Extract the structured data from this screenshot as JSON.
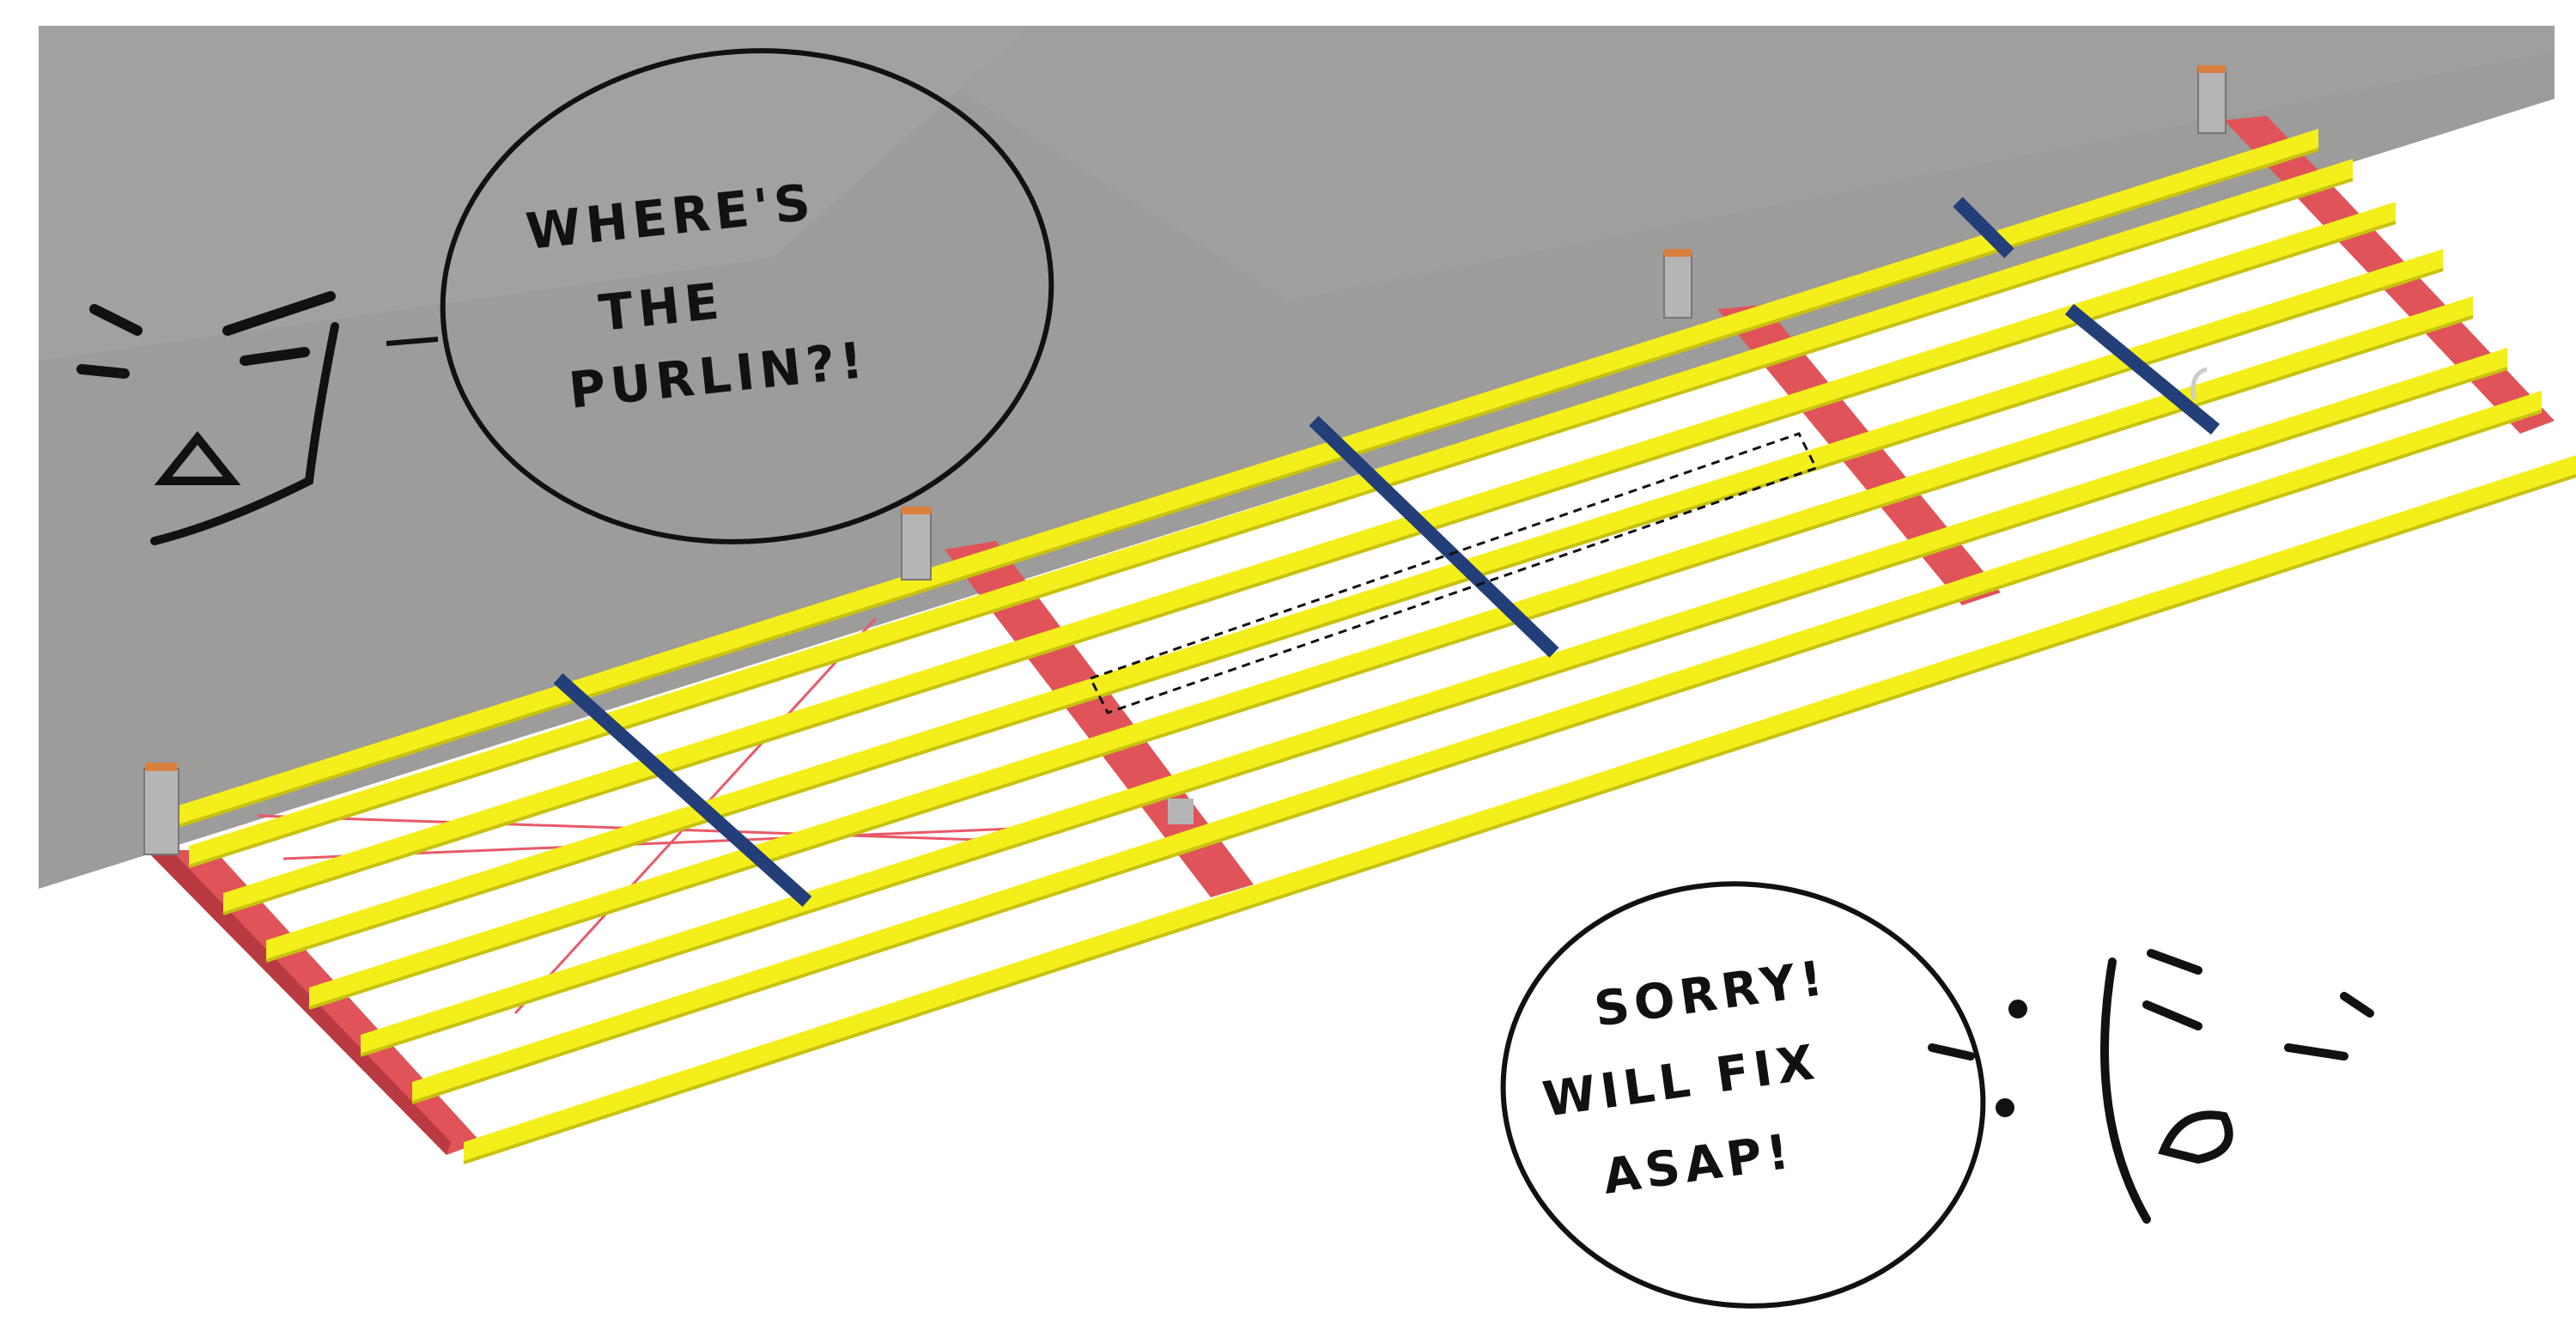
{
  "speech": {
    "question_lines": [
      "WHERE'S",
      "THE",
      "PURLIN?!"
    ],
    "answer_lines": [
      "SORRY!",
      "WILL FIX",
      "ASAP!"
    ]
  },
  "colors": {
    "wall": "#9c9c9b",
    "wall_light": "#a9a9a8",
    "purlin": "#f4ee1b",
    "purlin_shadow": "#c7c20e",
    "rafter": "#e05358",
    "rafter_dark": "#b93a40",
    "sag_rod": "#223f7a",
    "bracing": "#e85a67",
    "ink": "#111111",
    "bracket": "#b5b5b5",
    "cleat_orange": "#d9803f"
  },
  "icons": [
    "angry-face-icon",
    "worried-face-icon"
  ]
}
